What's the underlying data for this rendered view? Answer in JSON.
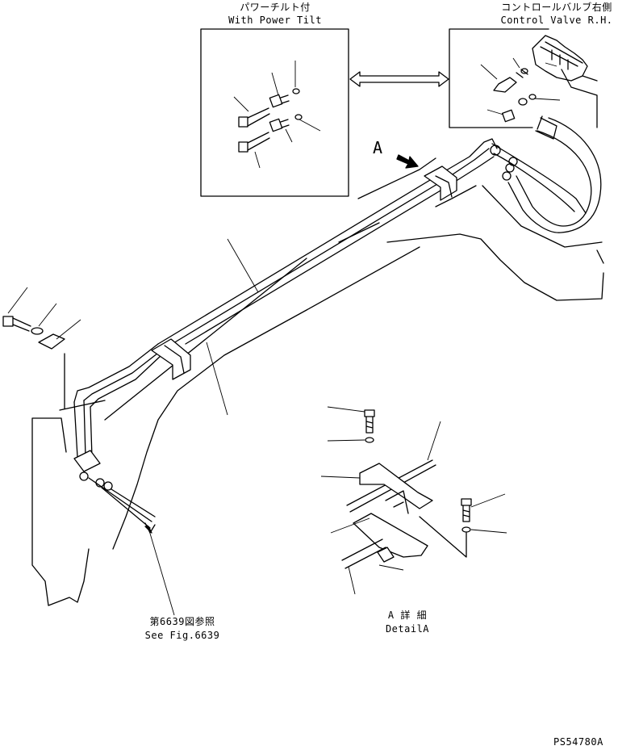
{
  "inset_power_tilt": {
    "title_jp": "パワーチルト付",
    "title_en": "With Power Tilt"
  },
  "inset_control_valve": {
    "title_jp": "コントロールバルブ右側",
    "title_en": "Control Valve R.H."
  },
  "view_marker": "A",
  "reference": {
    "jp": "第6639図参照",
    "en": "See Fig.6639"
  },
  "detail": {
    "jp": "A 詳 細",
    "en": "DetailA"
  },
  "drawing_number": "PS54780A"
}
